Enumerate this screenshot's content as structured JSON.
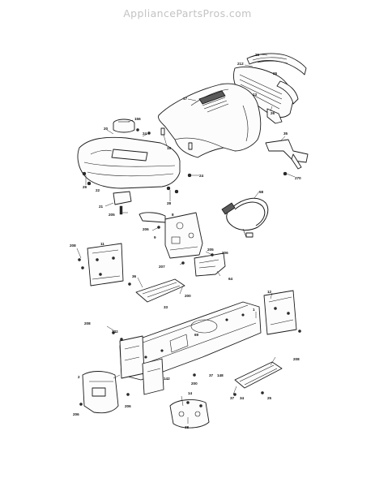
{
  "watermark": "AppliancePartsPros.com",
  "callouts": [
    {
      "id": "c-26a",
      "text": "26"
    },
    {
      "id": "c-212",
      "text": "212"
    },
    {
      "id": "c-17",
      "text": "17"
    },
    {
      "id": "c-26b",
      "text": "26"
    },
    {
      "id": "c-26c",
      "text": "26"
    },
    {
      "id": "c-13",
      "text": "13"
    },
    {
      "id": "c-156",
      "text": "156"
    },
    {
      "id": "c-20",
      "text": "20"
    },
    {
      "id": "c-24a",
      "text": "24"
    },
    {
      "id": "c-18",
      "text": "18"
    },
    {
      "id": "c-35",
      "text": "35"
    },
    {
      "id": "c-24b",
      "text": "24"
    },
    {
      "id": "c-270",
      "text": "270"
    },
    {
      "id": "c-22",
      "text": "22"
    },
    {
      "id": "c-28",
      "text": "28"
    },
    {
      "id": "c-29",
      "text": "29"
    },
    {
      "id": "c-58",
      "text": "58"
    },
    {
      "id": "c-21",
      "text": "21"
    },
    {
      "id": "c-205a",
      "text": "205"
    },
    {
      "id": "c-8",
      "text": "8"
    },
    {
      "id": "c-206a",
      "text": "206"
    },
    {
      "id": "c-9",
      "text": "9"
    },
    {
      "id": "c-208a",
      "text": "208"
    },
    {
      "id": "c-11",
      "text": "11"
    },
    {
      "id": "c-205b",
      "text": "205"
    },
    {
      "id": "c-206b",
      "text": "206"
    },
    {
      "id": "c-207",
      "text": "207"
    },
    {
      "id": "c-64",
      "text": "64"
    },
    {
      "id": "c-36",
      "text": "36"
    },
    {
      "id": "c-200",
      "text": "200"
    },
    {
      "id": "c-12",
      "text": "12"
    },
    {
      "id": "c-33",
      "text": "33"
    },
    {
      "id": "c-1",
      "text": "1"
    },
    {
      "id": "c-208b",
      "text": "208"
    },
    {
      "id": "c-142a",
      "text": "142"
    },
    {
      "id": "c-69",
      "text": "69"
    },
    {
      "id": "c-208c",
      "text": "208"
    },
    {
      "id": "c-2",
      "text": "2"
    },
    {
      "id": "c-142b",
      "text": "142"
    },
    {
      "id": "c-200b",
      "text": "200"
    },
    {
      "id": "c-37a",
      "text": "37"
    },
    {
      "id": "c-37b",
      "text": "37"
    },
    {
      "id": "c-148",
      "text": "148"
    },
    {
      "id": "c-34",
      "text": "34"
    },
    {
      "id": "c-25",
      "text": "25"
    },
    {
      "id": "c-14",
      "text": "14"
    },
    {
      "id": "c-206c",
      "text": "206"
    },
    {
      "id": "c-206d",
      "text": "206"
    },
    {
      "id": "c-38",
      "text": "38"
    }
  ]
}
